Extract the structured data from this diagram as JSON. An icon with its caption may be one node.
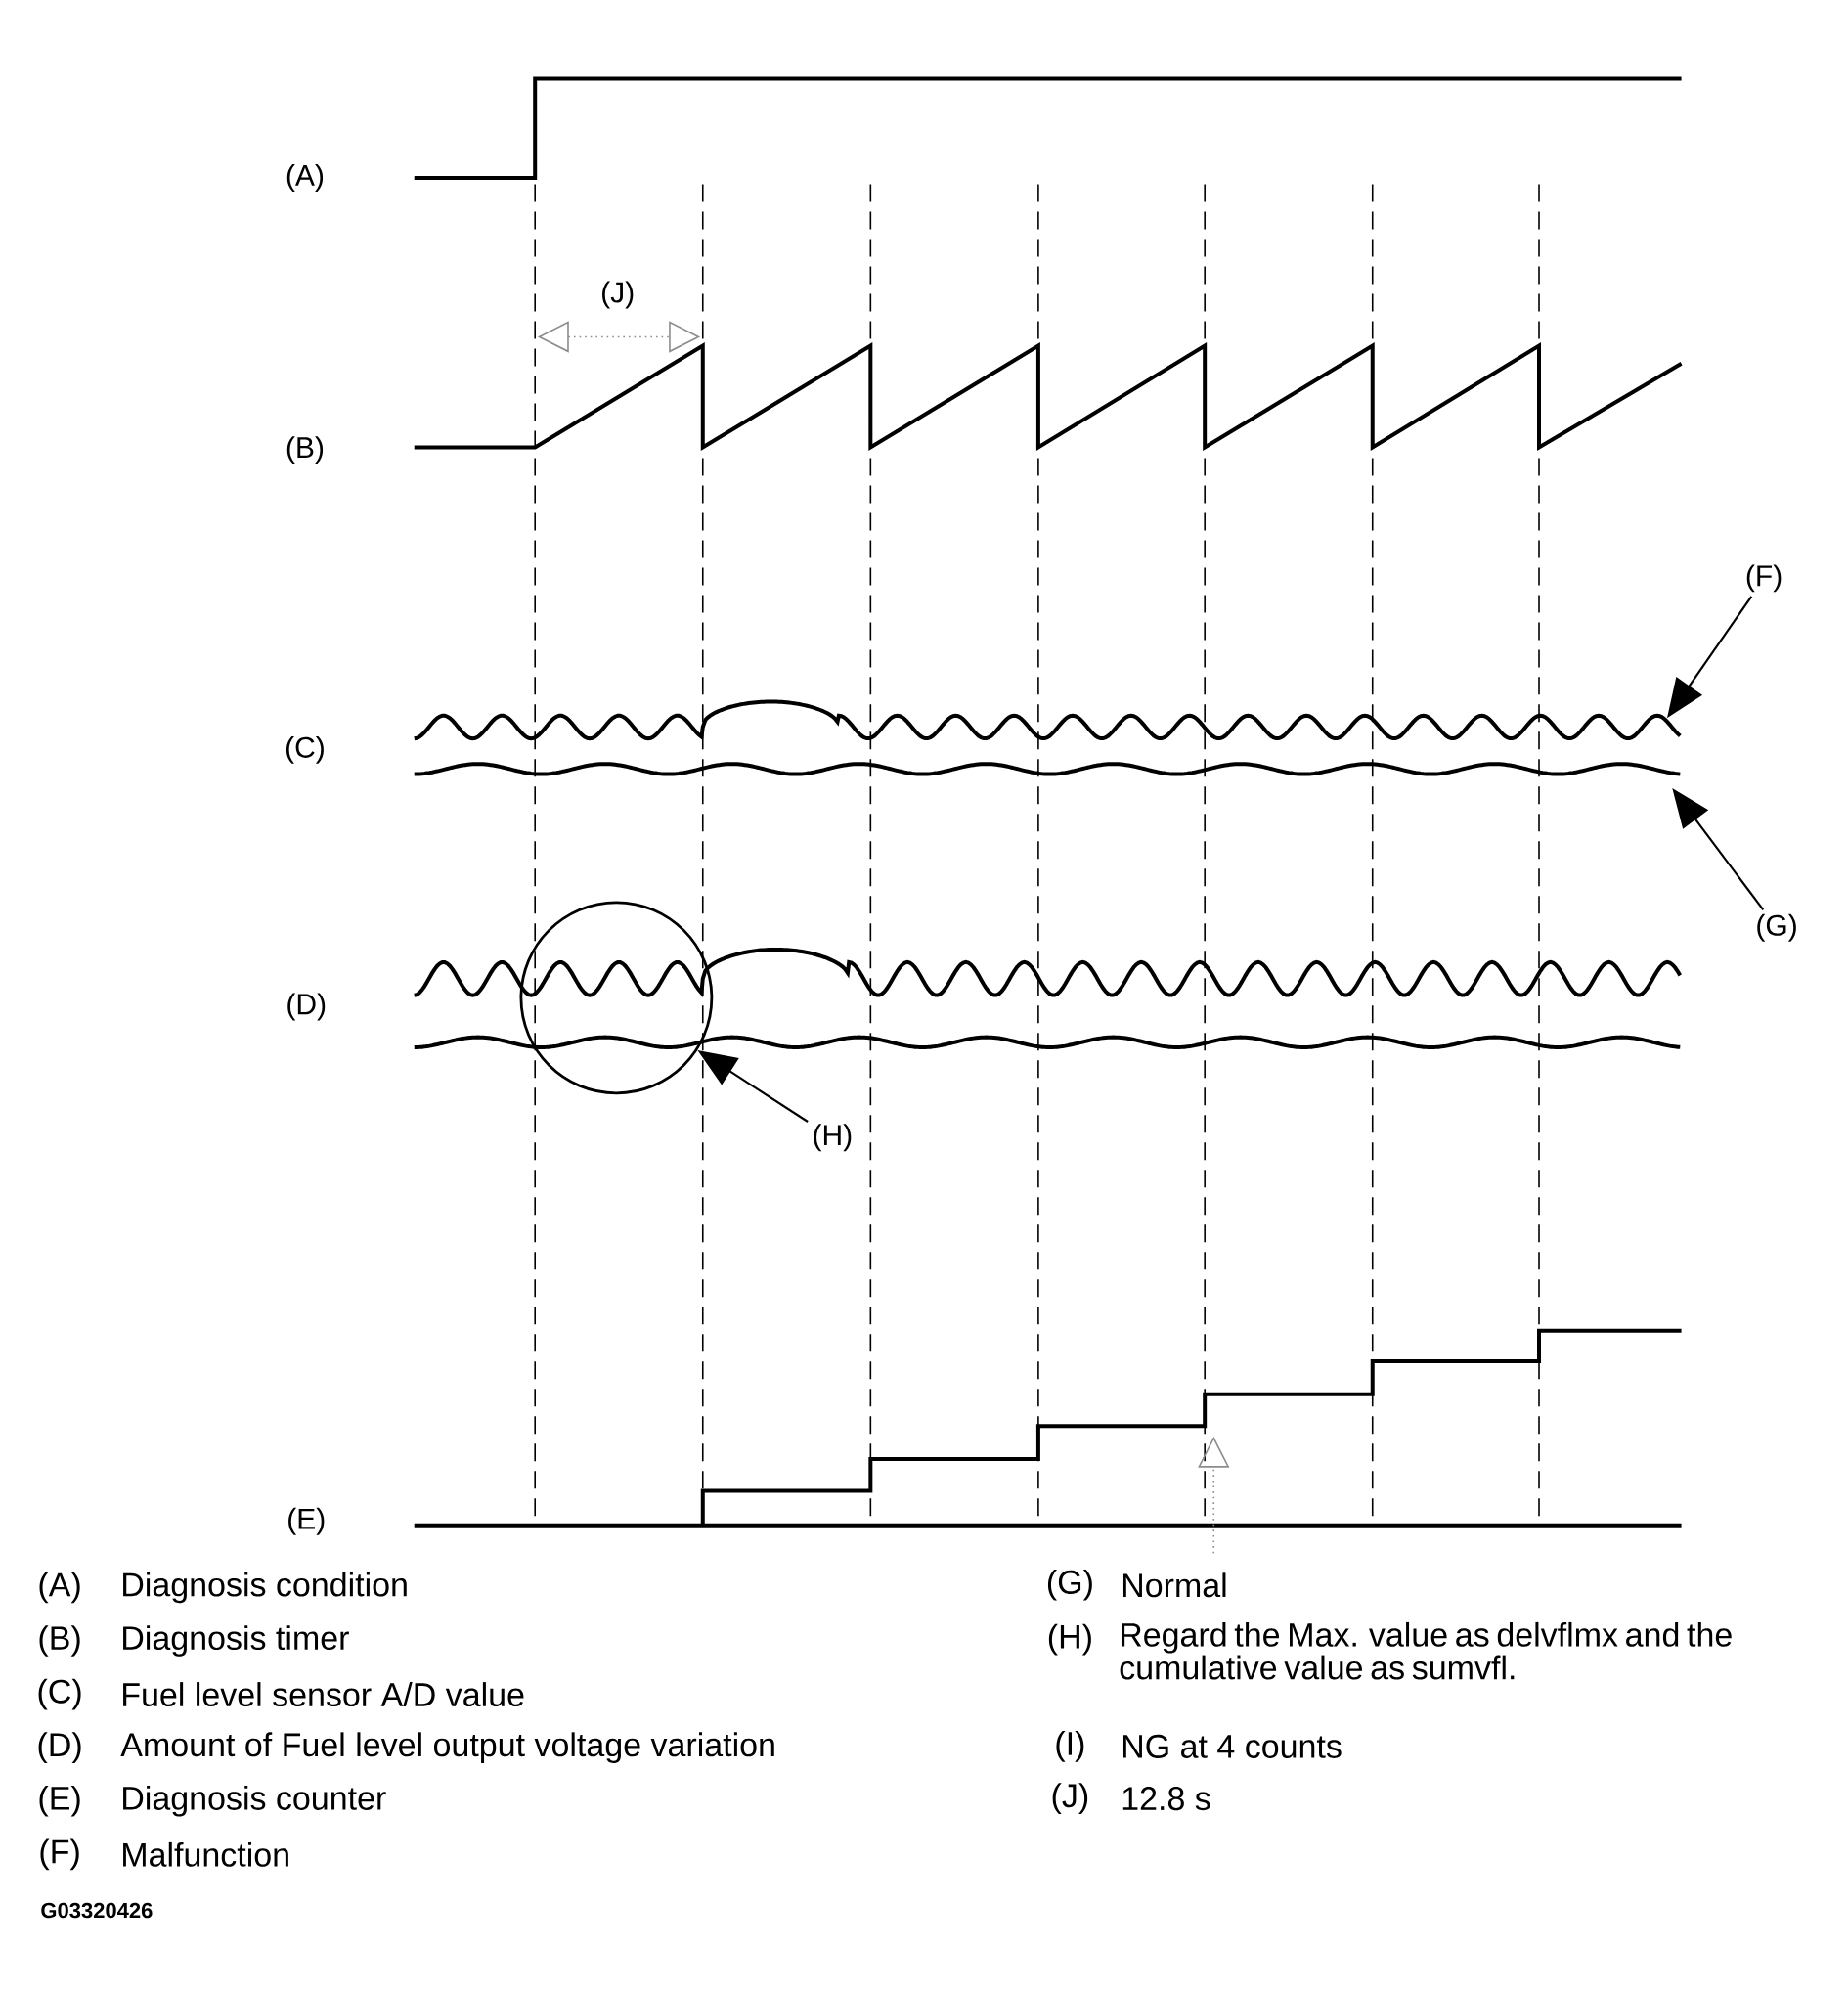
{
  "diagram": {
    "nodes": [
      {
        "text": [
          "(F)"
        ]
      },
      {
        "text": [],
        "shape": "curve"
      },
      {
        "text": [
          "(G)"
        ]
      },
      {
        "text": [],
        "shape": "curve"
      },
      {
        "text": [
          "(H)"
        ]
      },
      {
        "text": [],
        "shape": "circle"
      }
    ],
    "edges": [
      {
        "from": 0,
        "to": 1,
        "arrow": "to"
      },
      {
        "from": 2,
        "to": 3,
        "arrow": "to"
      },
      {
        "from": 4,
        "to": 5,
        "arrow": "to"
      }
    ],
    "labels": [
      "(A)",
      "(J)",
      "(B)",
      "(C)",
      "(D)",
      "(E)",
      "(A)",
      "Diagnosis condition",
      "(G)",
      "Normal",
      "(B)",
      "Diagnosis timer",
      "(H)",
      "Regard the Max. value as delvflmx and the cumulative value as sumvfl.",
      "(C)",
      "Fuel level sensor A/D value",
      "(D)",
      "Amount of Fuel level output voltage variation",
      "(I)",
      "NG at 4 counts",
      "(E)",
      "Diagnosis counter",
      "(J)",
      "12.8 s",
      "(F)",
      "Malfunction",
      "G03320426"
    ]
  }
}
